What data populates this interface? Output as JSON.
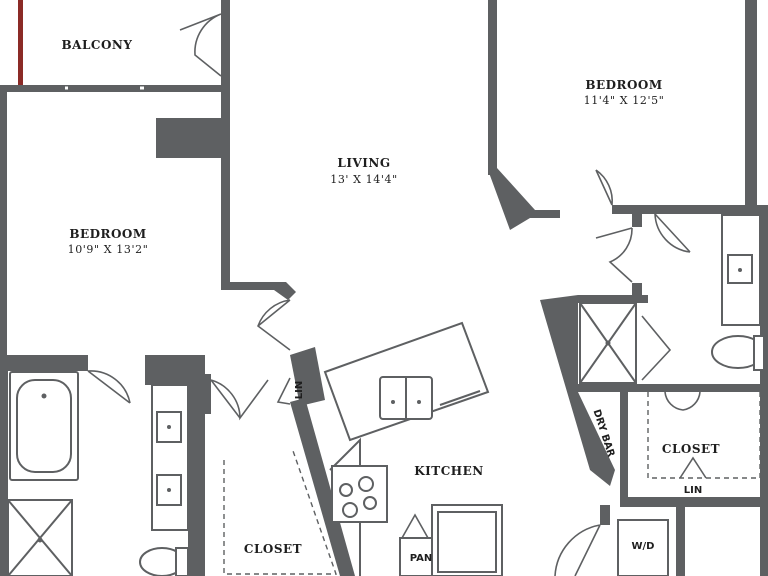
{
  "rooms": {
    "balcony": {
      "label": "BALCONY"
    },
    "living": {
      "label": "LIVING",
      "dims": "13' X 14'4\""
    },
    "bedroom_left": {
      "label": "BEDROOM",
      "dims": "10'9\" X 13'2\""
    },
    "bedroom_right": {
      "label": "BEDROOM",
      "dims": "11'4\" X 12'5\""
    },
    "kitchen": {
      "label": "KITCHEN"
    },
    "closet_left": {
      "label": "CLOSET"
    },
    "closet_right": {
      "label": "CLOSET"
    }
  },
  "small_labels": {
    "lin_center": "LIN",
    "lin_right": "LIN",
    "pan": "PAN",
    "dry_bar": "DRY BAR",
    "wd": "W/D"
  },
  "colors": {
    "wall": "#5e6062",
    "balcony_rail": "#8b2a26",
    "text": "#1e1e1e"
  }
}
